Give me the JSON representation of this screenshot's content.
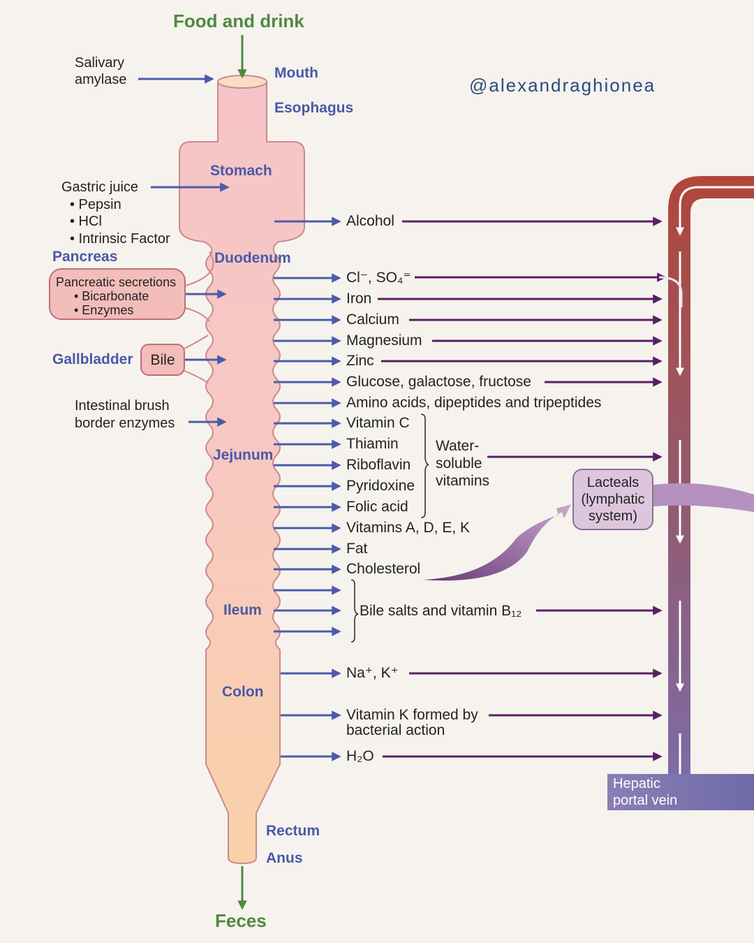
{
  "watermark": "@alexandraghionea",
  "input_label": "Food and drink",
  "output_label": "Feces",
  "organs": {
    "mouth": "Mouth",
    "esophagus": "Esophagus",
    "stomach": "Stomach",
    "duodenum": "Duodenum",
    "jejunum": "Jejunum",
    "ileum": "Ileum",
    "colon": "Colon",
    "rectum": "Rectum",
    "anus": "Anus",
    "pancreas": "Pancreas",
    "gallbladder": "Gallbladder"
  },
  "secretions": {
    "salivary": [
      "Salivary",
      "amylase"
    ],
    "gastric_title": "Gastric juice",
    "gastric_items": [
      "• Pepsin",
      "• HCl",
      "• Intrinsic Factor"
    ],
    "pancreatic_title": "Pancreatic secretions",
    "pancreatic_items": [
      "• Bicarbonate",
      "• Enzymes"
    ],
    "bile": "Bile",
    "brush": [
      "Intestinal brush",
      "border enzymes"
    ]
  },
  "absorbed": {
    "alcohol": "Alcohol",
    "chloride_sulfate": "Cl⁻, SO₄⁼",
    "iron": "Iron",
    "calcium": "Calcium",
    "magnesium": "Magnesium",
    "zinc": "Zinc",
    "sugars": "Glucose, galactose, fructose",
    "amino_acids": "Amino acids, dipeptides and tripeptides",
    "vitamin_c": "Vitamin C",
    "thiamin": "Thiamin",
    "riboflavin": "Riboflavin",
    "pyridoxine": "Pyridoxine",
    "folic_acid": "Folic acid",
    "water_soluble": [
      "Water-",
      "soluble",
      "vitamins"
    ],
    "fat_soluble_vitamins": "Vitamins A, D, E, K",
    "fat": "Fat",
    "cholesterol": "Cholesterol",
    "bile_salts_b12": "Bile salts and vitamin B₁₂",
    "sodium_potassium": "Na⁺, K⁺",
    "vitamin_k": [
      "Vitamin K formed by",
      "bacterial action"
    ],
    "water": "H₂O"
  },
  "lacteals": [
    "Lacteals",
    "(lymphatic",
    "system)"
  ],
  "hepatic": [
    "Hepatic",
    "portal vein"
  ],
  "colors": {
    "background": "#f6f3ee",
    "organ_label": "#4a58a8",
    "food_green": "#4e8a3e",
    "secretion_arrow": "#4a5ca8",
    "absorption_arrow": "#5a1f63",
    "portal_vein_top": "#b0473a",
    "portal_vein_bottom": "#7b6dae"
  }
}
